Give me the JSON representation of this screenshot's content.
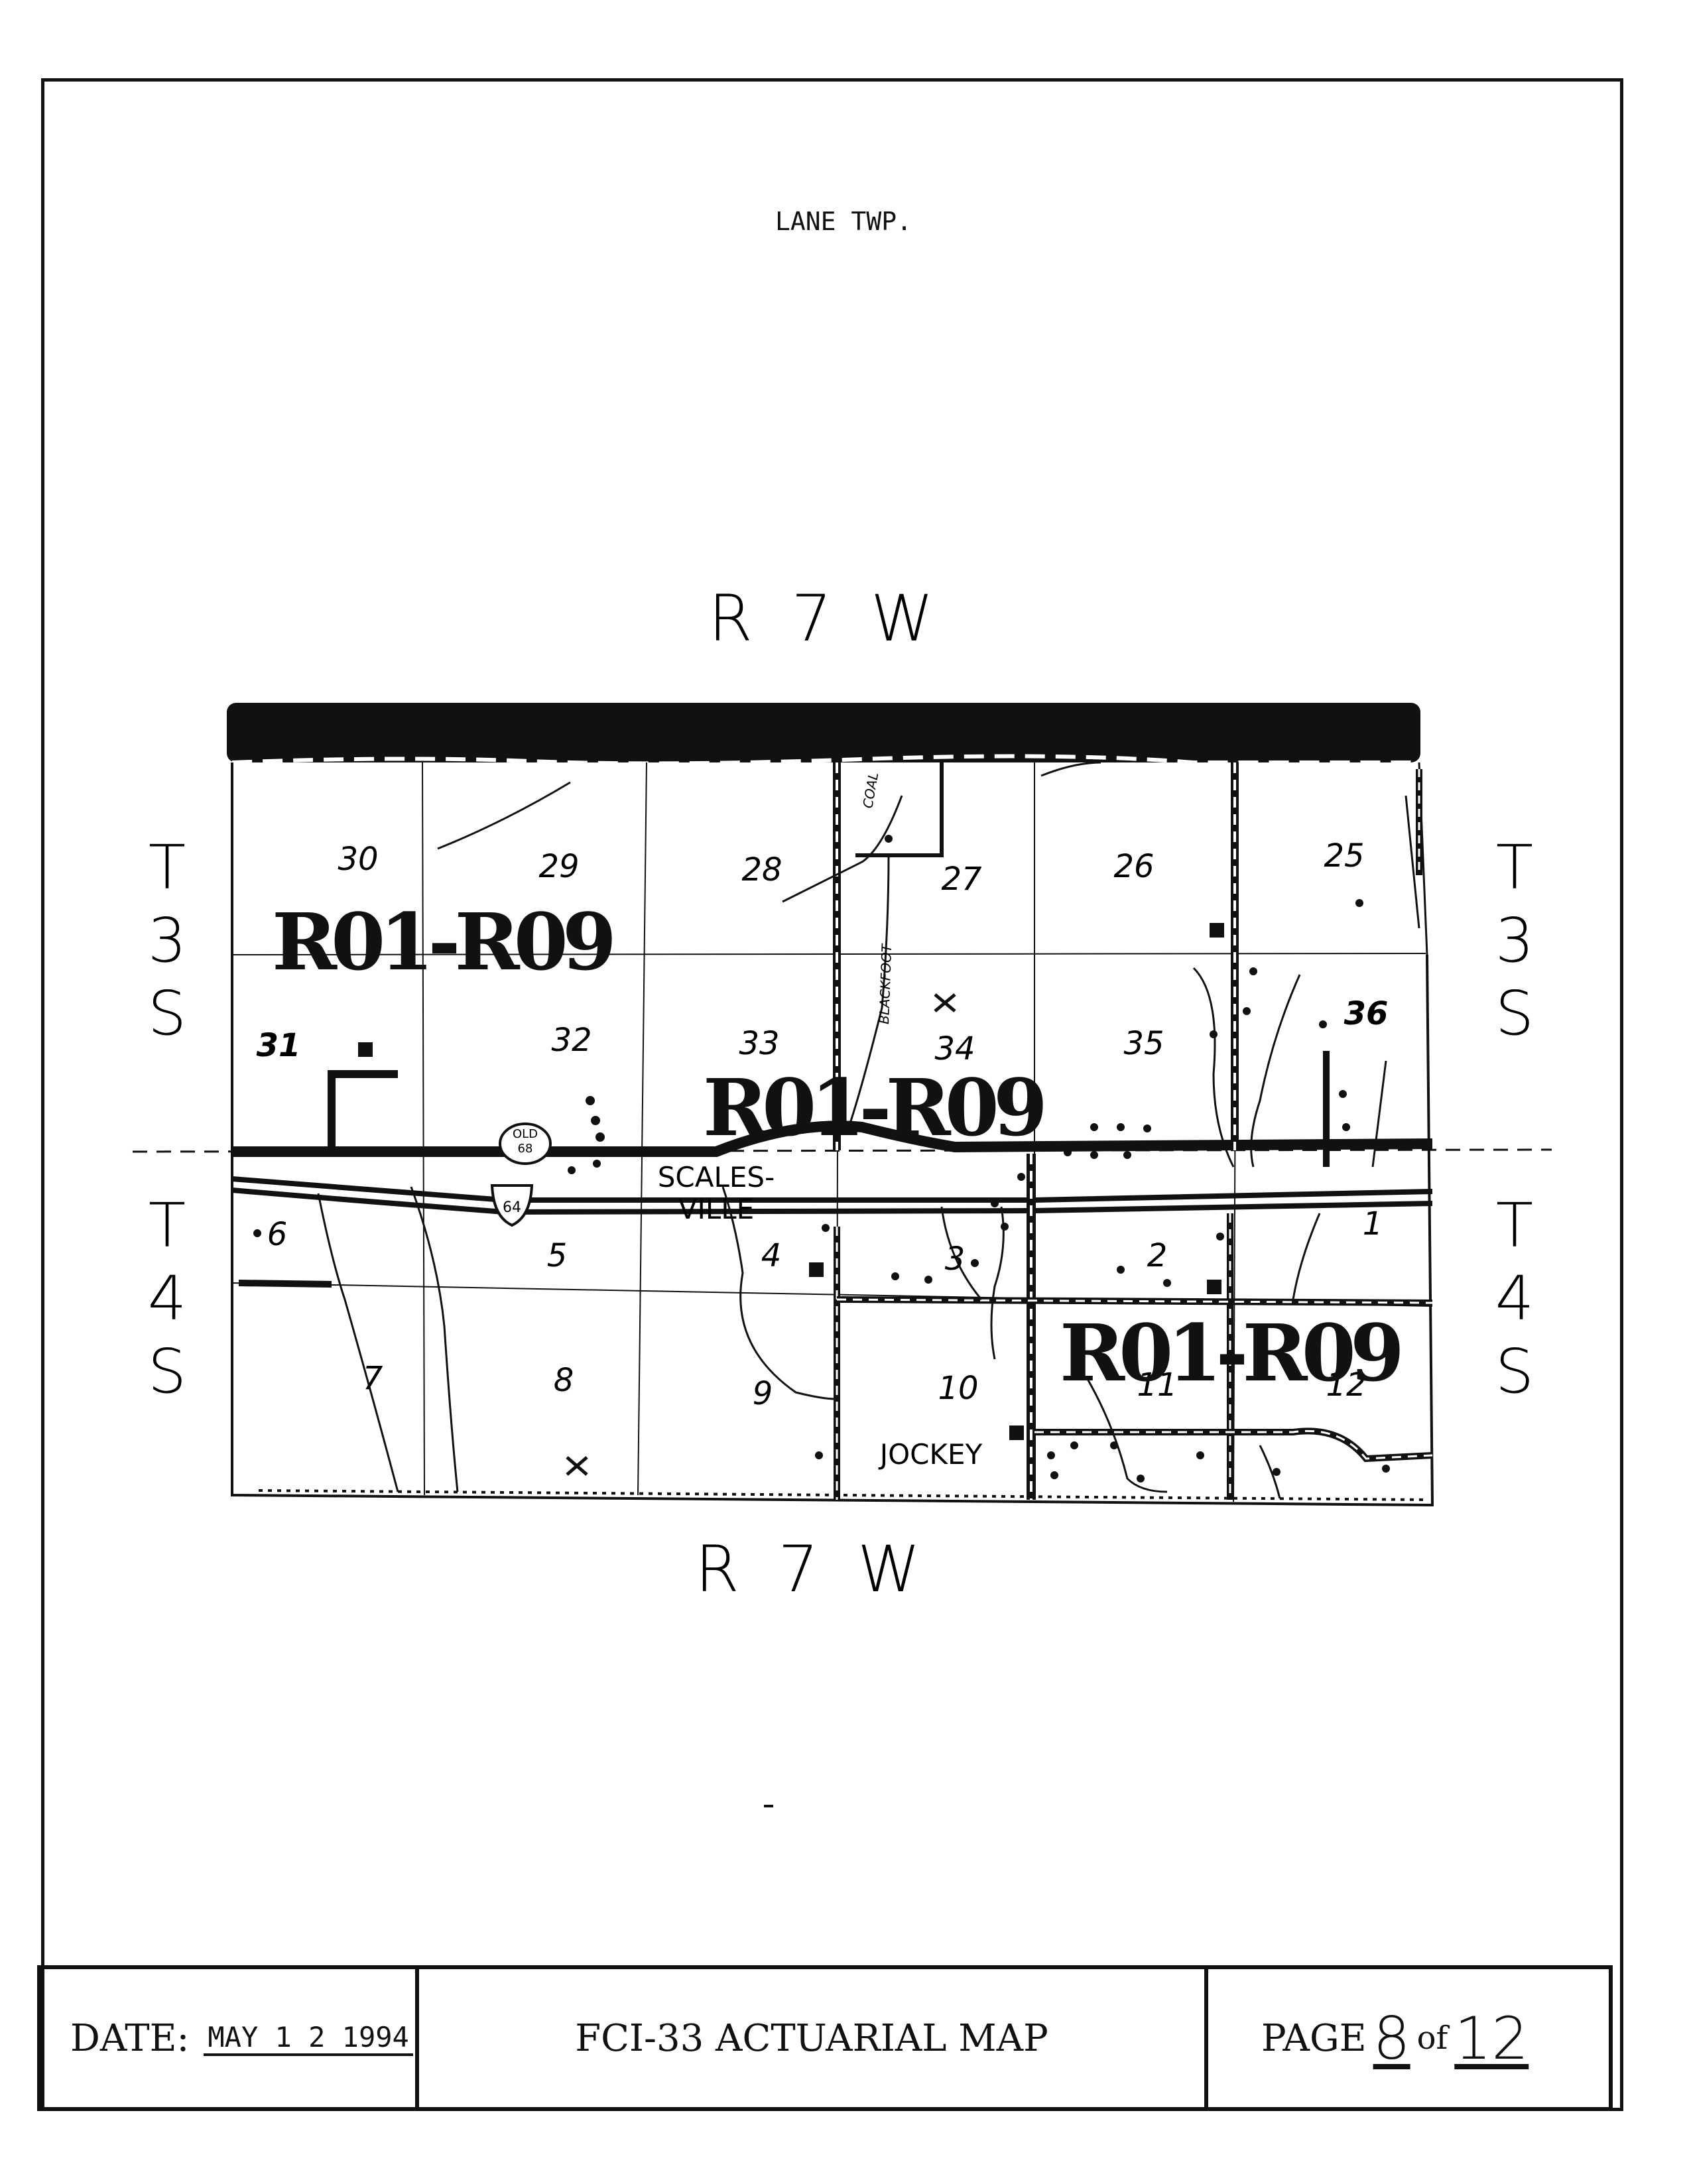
{
  "header": {
    "township_name": "LANE TWP."
  },
  "map": {
    "range_top": "R 7 W",
    "range_bottom": "R 7 W",
    "township_north": [
      "T",
      "3",
      "S"
    ],
    "township_south": [
      "T",
      "4",
      "S"
    ],
    "sections": [
      "30",
      "29",
      "28",
      "27",
      "26",
      "25",
      "31",
      "32",
      "33",
      "34",
      "35",
      "36",
      "6",
      "5",
      "4",
      "3",
      "2",
      "1",
      "7",
      "8",
      "9",
      "10",
      "11",
      "12"
    ],
    "rating_zones": [
      "R01-R09",
      "R01-R09",
      "R01-R09"
    ],
    "places": [
      "SCALES-",
      "VILLE",
      "JOCKEY"
    ],
    "road_shields": [
      "OLD",
      "68",
      "64"
    ],
    "creek_labels": [
      "COAL",
      "BLACKFOOT"
    ]
  },
  "footer": {
    "date_label": "DATE:",
    "date_value": "MAY 1 2 1994",
    "map_title": "FCI-33 ACTUARIAL MAP",
    "page_label": "PAGE",
    "page_number": "8",
    "page_of": "of",
    "page_total": "12"
  },
  "colors": {
    "ink": "#111111",
    "paper": "#ffffff"
  }
}
